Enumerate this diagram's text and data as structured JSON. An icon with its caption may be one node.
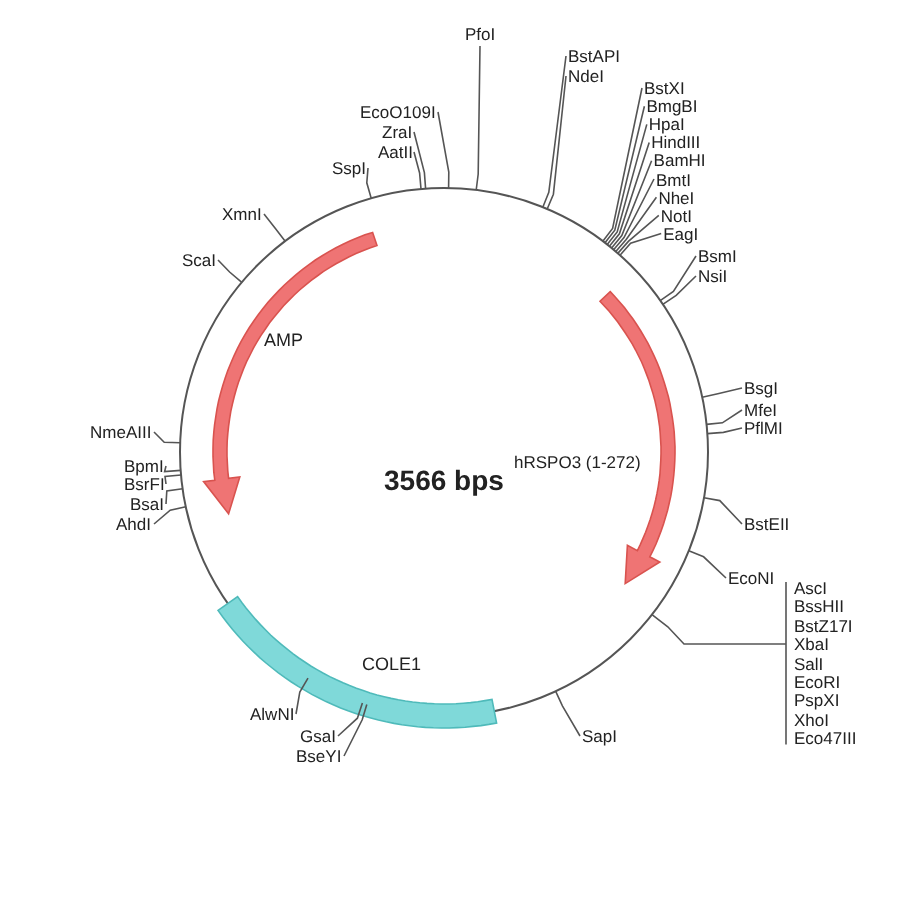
{
  "diagram": {
    "nodes": [
      {
        "text": [],
        "shape": "circle"
      },
      {
        "text": [
          "PfoI"
        ]
      },
      {
        "text": [
          "BstAPI"
        ]
      },
      {
        "text": [
          "NdeI"
        ]
      },
      {
        "text": [
          "EcoO109I"
        ]
      },
      {
        "text": [
          "ZraI"
        ]
      },
      {
        "text": [
          "AatII"
        ]
      },
      {
        "text": [
          "SspI"
        ]
      },
      {
        "text": [
          "XmnI"
        ]
      },
      {
        "text": [
          "ScaI"
        ]
      },
      {
        "text": [
          "BstXI"
        ]
      },
      {
        "text": [
          "BmgBI"
        ]
      },
      {
        "text": [
          "HpaI"
        ]
      },
      {
        "text": [
          "HindIII"
        ]
      },
      {
        "text": [
          "BamHI"
        ]
      },
      {
        "text": [
          "BmtI"
        ]
      },
      {
        "text": [
          "NheI"
        ]
      },
      {
        "text": [
          "NotI"
        ]
      },
      {
        "text": [
          "EagI"
        ]
      },
      {
        "text": [
          "BsmI"
        ]
      },
      {
        "text": [
          "NsiI"
        ]
      },
      {
        "text": [
          "BsgI"
        ]
      },
      {
        "text": [
          "MfeI"
        ]
      },
      {
        "text": [
          "PflMI"
        ]
      },
      {
        "text": [
          "BstEII"
        ]
      },
      {
        "text": [
          "EcoNI"
        ]
      },
      {
        "text": [
          "AscI"
        ]
      },
      {
        "text": [
          "BssHII"
        ]
      },
      {
        "text": [
          "BstZ17I"
        ]
      },
      {
        "text": [
          "XbaI"
        ]
      },
      {
        "text": [
          "SalI"
        ]
      },
      {
        "text": [
          "EcoRI"
        ]
      },
      {
        "text": [
          "PspXI"
        ]
      },
      {
        "text": [
          "XhoI"
        ]
      },
      {
        "text": [
          "Eco47III"
        ]
      },
      {
        "text": [
          "SapI"
        ]
      },
      {
        "text": [
          "GsaI"
        ]
      },
      {
        "text": [
          "BseYI"
        ]
      },
      {
        "text": [
          "AlwNI"
        ]
      },
      {
        "text": [
          "NmeAIII"
        ]
      },
      {
        "text": [
          "BpmI"
        ]
      },
      {
        "text": [
          "BsrFI"
        ]
      },
      {
        "text": [
          "BsaI"
        ]
      },
      {
        "text": [
          "AhdI"
        ]
      }
    ],
    "edges": [
      {
        "from": 1,
        "to": 0,
        "arrow": "none"
      },
      {
        "from": 2,
        "to": 0,
        "arrow": "none"
      },
      {
        "from": 3,
        "to": 0,
        "arrow": "none"
      },
      {
        "from": 4,
        "to": 0,
        "arrow": "none"
      },
      {
        "from": 5,
        "to": 0,
        "arrow": "none"
      },
      {
        "from": 6,
        "to": 0,
        "arrow": "none"
      },
      {
        "from": 7,
        "to": 0,
        "arrow": "none"
      },
      {
        "from": 8,
        "to": 0,
        "arrow": "none"
      },
      {
        "from": 9,
        "to": 0,
        "arrow": "none"
      },
      {
        "from": 10,
        "to": 0,
        "arrow": "none"
      },
      {
        "from": 11,
        "to": 0,
        "arrow": "none"
      },
      {
        "from": 12,
        "to": 0,
        "arrow": "none"
      },
      {
        "from": 13,
        "to": 0,
        "arrow": "none"
      },
      {
        "from": 14,
        "to": 0,
        "arrow": "none"
      },
      {
        "from": 15,
        "to": 0,
        "arrow": "none"
      },
      {
        "from": 16,
        "to": 0,
        "arrow": "none"
      },
      {
        "from": 17,
        "to": 0,
        "arrow": "none"
      },
      {
        "from": 18,
        "to": 0,
        "arrow": "none"
      },
      {
        "from": 19,
        "to": 0,
        "arrow": "none"
      },
      {
        "from": 20,
        "to": 0,
        "arrow": "none"
      },
      {
        "from": 21,
        "to": 0,
        "arrow": "none"
      },
      {
        "from": 22,
        "to": 0,
        "arrow": "none"
      },
      {
        "from": 23,
        "to": 0,
        "arrow": "none"
      },
      {
        "from": 24,
        "to": 0,
        "arrow": "none"
      },
      {
        "from": 25,
        "to": 0,
        "arrow": "none"
      },
      {
        "from": 26,
        "to": 0,
        "arrow": "none"
      },
      {
        "from": 27,
        "to": 0,
        "arrow": "none"
      },
      {
        "from": 28,
        "to": 0,
        "arrow": "none"
      },
      {
        "from": 29,
        "to": 0,
        "arrow": "none"
      },
      {
        "from": 30,
        "to": 0,
        "arrow": "none"
      },
      {
        "from": 31,
        "to": 0,
        "arrow": "none"
      },
      {
        "from": 32,
        "to": 0,
        "arrow": "none"
      },
      {
        "from": 33,
        "to": 0,
        "arrow": "none"
      },
      {
        "from": 34,
        "to": 0,
        "arrow": "none"
      },
      {
        "from": 35,
        "to": 0,
        "arrow": "none"
      },
      {
        "from": 36,
        "to": 0,
        "arrow": "none"
      },
      {
        "from": 37,
        "to": 0,
        "arrow": "none"
      },
      {
        "from": 38,
        "to": 0,
        "arrow": "none"
      },
      {
        "from": 39,
        "to": 0,
        "arrow": "none"
      },
      {
        "from": 40,
        "to": 0,
        "arrow": "none"
      },
      {
        "from": 41,
        "to": 0,
        "arrow": "none"
      },
      {
        "from": 42,
        "to": 0,
        "arrow": "none"
      },
      {
        "from": 43,
        "to": 0,
        "arrow": "none"
      }
    ],
    "labels": [
      "AMP",
      "hRSPO3 (1-272)",
      "3566 bps",
      "COLE1"
    ]
  }
}
